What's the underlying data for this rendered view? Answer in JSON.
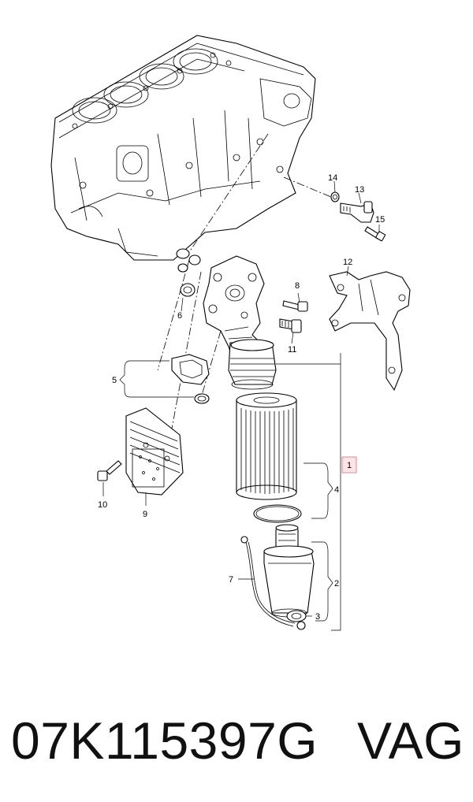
{
  "diagram": {
    "callouts": {
      "c1": "1",
      "c2": "2",
      "c3": "3",
      "c4": "4",
      "c5": "5",
      "c6": "6",
      "c7": "7",
      "c8": "8",
      "c9": "9",
      "c10": "10",
      "c11": "11",
      "c12": "12",
      "c13": "13",
      "c14": "14",
      "c15": "15"
    },
    "highlight_color": "#fde4e8"
  },
  "caption": {
    "part_number": "07K115397G",
    "brand": "VAG"
  }
}
